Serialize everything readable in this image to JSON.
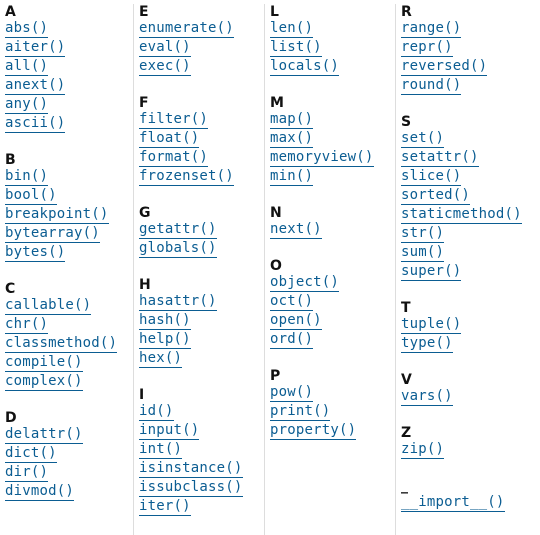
{
  "columns": [
    {
      "groups": [
        {
          "letter": "A",
          "items": [
            "abs()",
            "aiter()",
            "all()",
            "anext()",
            "any()",
            "ascii()"
          ]
        },
        {
          "letter": "B",
          "items": [
            "bin()",
            "bool()",
            "breakpoint()",
            "bytearray()",
            "bytes()"
          ]
        },
        {
          "letter": "C",
          "items": [
            "callable()",
            "chr()",
            "classmethod()",
            "compile()",
            "complex()"
          ]
        },
        {
          "letter": "D",
          "items": [
            "delattr()",
            "dict()",
            "dir()",
            "divmod()"
          ]
        }
      ]
    },
    {
      "groups": [
        {
          "letter": "E",
          "items": [
            "enumerate()",
            "eval()",
            "exec()"
          ]
        },
        {
          "letter": "F",
          "items": [
            "filter()",
            "float()",
            "format()",
            "frozenset()"
          ]
        },
        {
          "letter": "G",
          "items": [
            "getattr()",
            "globals()"
          ]
        },
        {
          "letter": "H",
          "items": [
            "hasattr()",
            "hash()",
            "help()",
            "hex()"
          ]
        },
        {
          "letter": "I",
          "items": [
            "id()",
            "input()",
            "int()",
            "isinstance()",
            "issubclass()",
            "iter()"
          ]
        }
      ]
    },
    {
      "groups": [
        {
          "letter": "L",
          "items": [
            "len()",
            "list()",
            "locals()"
          ]
        },
        {
          "letter": "M",
          "items": [
            "map()",
            "max()",
            "memoryview()",
            "min()"
          ]
        },
        {
          "letter": "N",
          "items": [
            "next()"
          ]
        },
        {
          "letter": "O",
          "items": [
            "object()",
            "oct()",
            "open()",
            "ord()"
          ]
        },
        {
          "letter": "P",
          "items": [
            "pow()",
            "print()",
            "property()"
          ]
        }
      ]
    },
    {
      "groups": [
        {
          "letter": "R",
          "items": [
            "range()",
            "repr()",
            "reversed()",
            "round()"
          ]
        },
        {
          "letter": "S",
          "items": [
            "set()",
            "setattr()",
            "slice()",
            "sorted()",
            "staticmethod()",
            "str()",
            "sum()",
            "super()"
          ]
        },
        {
          "letter": "T",
          "items": [
            "tuple()",
            "type()"
          ]
        },
        {
          "letter": "V",
          "items": [
            "vars()"
          ]
        },
        {
          "letter": "Z",
          "items": [
            "zip()"
          ]
        },
        {
          "letter": "_",
          "items": [
            "__import__()"
          ]
        }
      ]
    }
  ]
}
